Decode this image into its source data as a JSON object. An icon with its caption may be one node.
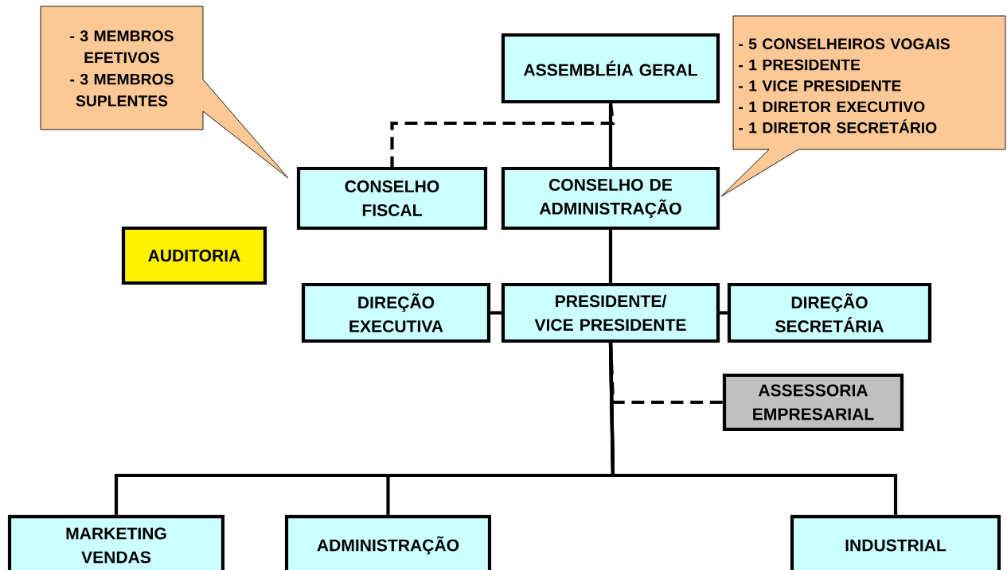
{
  "diagram": {
    "nodes": [
      {
        "text": [
          "- 3 MEMBROS EFETIVOS",
          "- 3 MEMBROS SUPLENTES"
        ]
      },
      {
        "text": [
          "- 5  CONSELHEIROS  VOGAIS",
          "- 1 PRESIDENTE",
          "- 1 VICE PRESIDENTE",
          "- 1 DIRETOR EXECUTIVO",
          "- 1 DIRETOR SECRETÁRIO"
        ]
      },
      {
        "text": [
          "ASSEMBLÉIA GERAL"
        ]
      },
      {
        "text": [
          "CONSELHO FISCAL"
        ]
      },
      {
        "text": [
          "CONSELHO DE ADMINISTRAÇÃO"
        ]
      },
      {
        "text": [
          "AUDITORIA"
        ]
      },
      {
        "text": [
          "DIREÇÃO EXECUTIVA"
        ]
      },
      {
        "text": [
          "PRESIDENTE/ VICE PRESIDENTE"
        ]
      },
      {
        "text": [
          "DIREÇÃO SECRETÁRIA"
        ]
      },
      {
        "text": [
          "ASSESSORIA EMPRESARIAL"
        ]
      },
      {
        "text": [
          "MARKETING VENDAS"
        ]
      },
      {
        "text": [
          "ADMINISTRAÇÃO"
        ]
      },
      {
        "text": [
          "INDUSTRIAL"
        ]
      }
    ],
    "edges": [
      {
        "from": 2,
        "to": 4,
        "arrow": "none"
      },
      {
        "from": 2,
        "to": 3,
        "arrow": "none",
        "style": "dashed"
      },
      {
        "from": 4,
        "to": 7,
        "arrow": "none"
      },
      {
        "from": 6,
        "to": 7,
        "arrow": "none"
      },
      {
        "from": 7,
        "to": 8,
        "arrow": "none"
      },
      {
        "from": 7,
        "to": 9,
        "arrow": "none",
        "style": "dashed"
      },
      {
        "from": 7,
        "to": 10,
        "arrow": "none"
      },
      {
        "from": 7,
        "to": 11,
        "arrow": "none"
      },
      {
        "from": 7,
        "to": 12,
        "arrow": "none"
      }
    ]
  }
}
